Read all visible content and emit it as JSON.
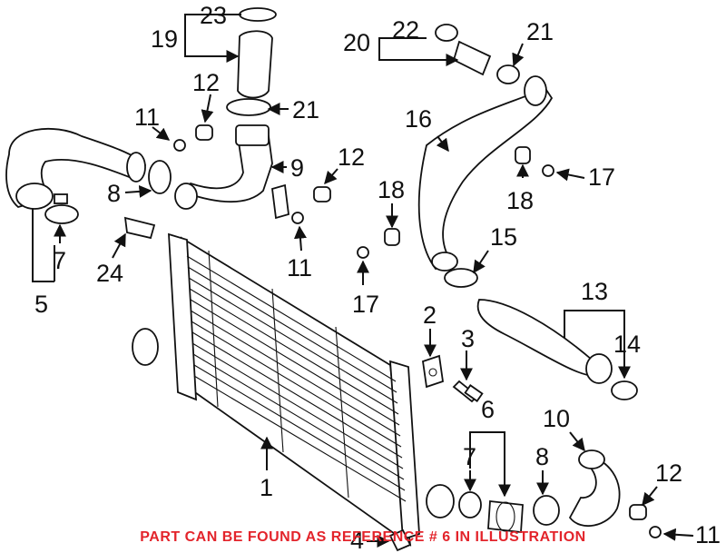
{
  "callouts": {
    "c1": "1",
    "c2": "2",
    "c3": "3",
    "c4": "4",
    "c5": "5",
    "c6": "6",
    "c7a": "7",
    "c7b": "7",
    "c8a": "8",
    "c8b": "8",
    "c9": "9",
    "c10": "10",
    "c11a": "11",
    "c11b": "11",
    "c11c": "11",
    "c12a": "12",
    "c12b": "12",
    "c12c": "12",
    "c13": "13",
    "c14": "14",
    "c15": "15",
    "c16": "16",
    "c17a": "17",
    "c17b": "17",
    "c18a": "18",
    "c18b": "18",
    "c19": "19",
    "c20": "20",
    "c21a": "21",
    "c21b": "21",
    "c22": "22",
    "c23": "23",
    "c24": "24"
  },
  "footer_note": "PART CAN BE FOUND AS REFERENCE # 6 IN ILLUSTRATION"
}
